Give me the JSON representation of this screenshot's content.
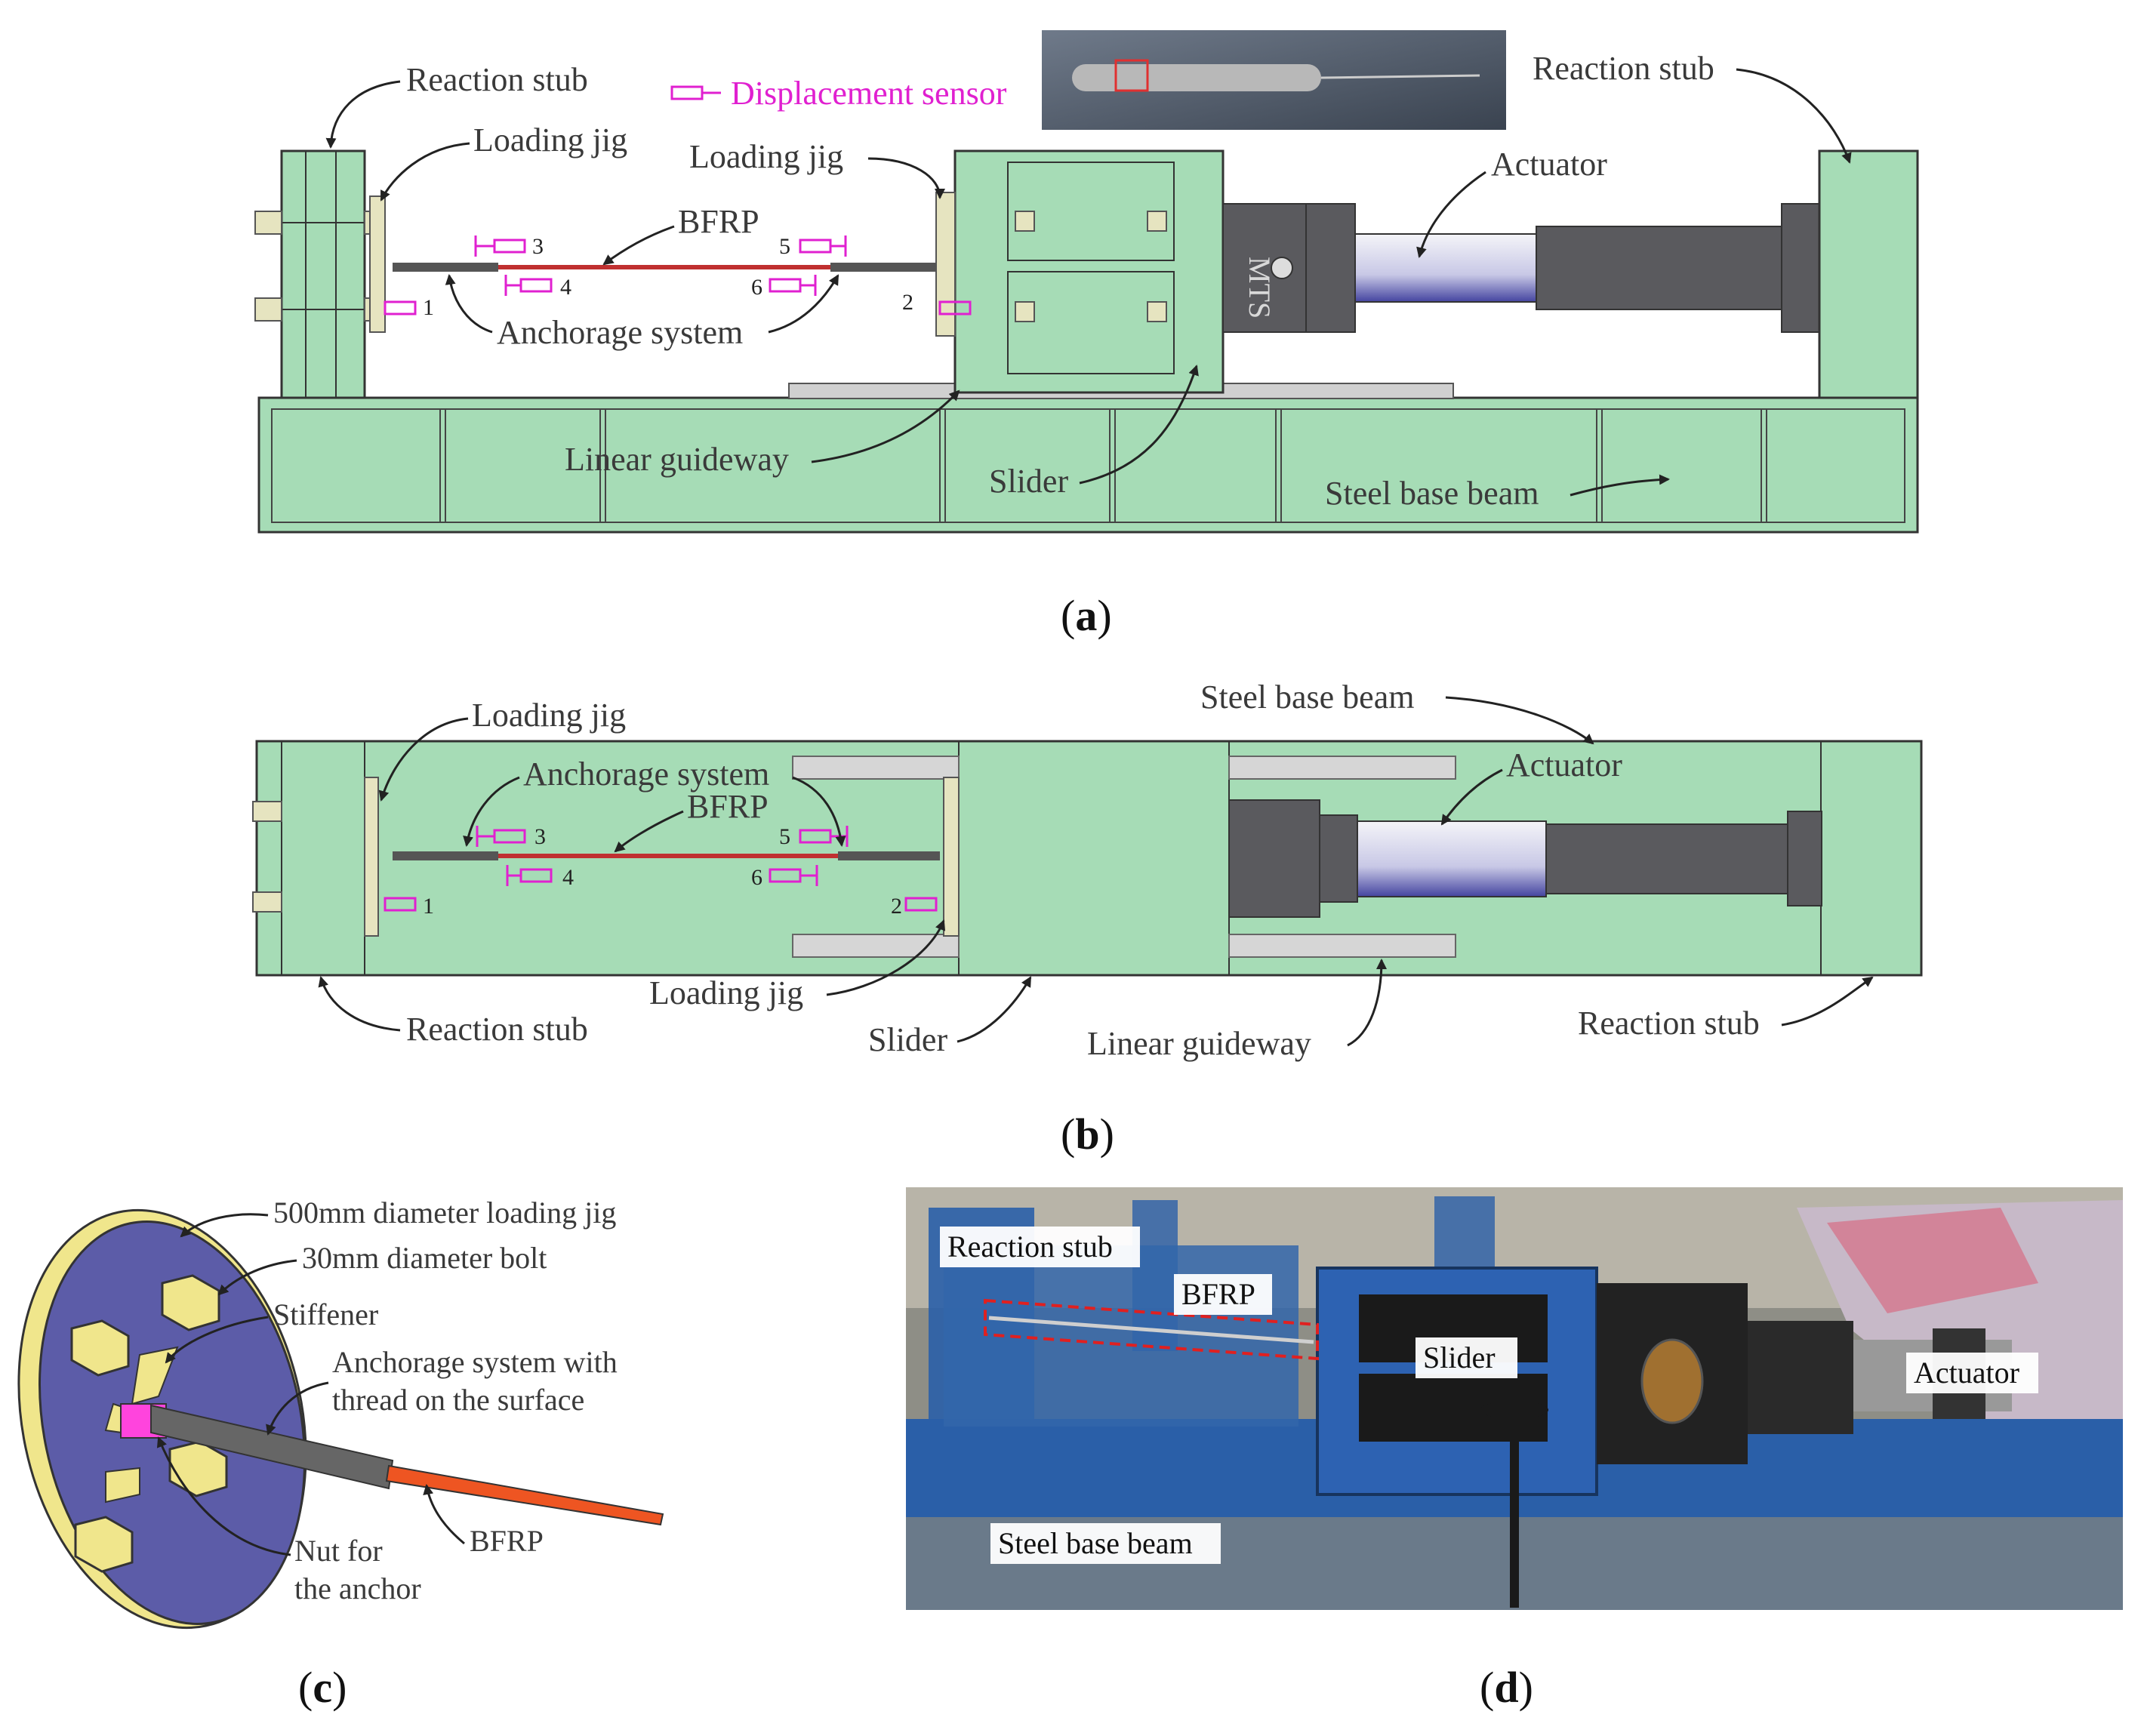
{
  "panel_a": {
    "caption": "a",
    "labels": {
      "reaction_stub_left": "Reaction stub",
      "loading_jig_left": "Loading jig",
      "displacement_sensor": "Displacement sensor",
      "loading_jig_right": "Loading jig",
      "bfrp": "BFRP",
      "actuator": "Actuator",
      "reaction_stub_right": "Reaction stub",
      "anchorage_system": "Anchorage system",
      "linear_guideway": "Linear guideway",
      "slider": "Slider",
      "steel_base_beam": "Steel base beam",
      "mts": "MTS"
    },
    "sensor_numbers": [
      "1",
      "2",
      "3",
      "4",
      "5",
      "6"
    ]
  },
  "panel_b": {
    "caption": "b",
    "labels": {
      "loading_jig_top": "Loading jig",
      "anchorage_system": "Anchorage system",
      "bfrp": "BFRP",
      "steel_base_beam": "Steel base beam",
      "actuator": "Actuator",
      "reaction_stub_left": "Reaction stub",
      "loading_jig_bottom": "Loading jig",
      "slider": "Slider",
      "linear_guideway": "Linear guideway",
      "reaction_stub_right": "Reaction stub"
    },
    "sensor_numbers": [
      "1",
      "2",
      "3",
      "4",
      "5",
      "6"
    ]
  },
  "panel_c": {
    "caption": "c",
    "labels": {
      "loading_jig": "500mm diameter loading jig",
      "bolt": "30mm diameter bolt",
      "stiffener": "Stiffener",
      "anchorage_line1": "Anchorage system with",
      "anchorage_line2": "thread on the surface",
      "nut_line1": "Nut for",
      "nut_line2": "the anchor",
      "bfrp": "BFRP"
    }
  },
  "panel_d": {
    "caption": "d",
    "labels": {
      "reaction_stub": "Reaction stub",
      "bfrp": "BFRP",
      "slider": "Slider",
      "actuator": "Actuator",
      "steel_base_beam": "Steel base beam"
    }
  },
  "colors": {
    "frame_green": "#a6dcb6",
    "sensor_magenta": "#e020d0",
    "actuator_gray": "#5a5a5e",
    "jig_purple": "#5c5ca8",
    "photo_blue": "#2a5fa8"
  }
}
